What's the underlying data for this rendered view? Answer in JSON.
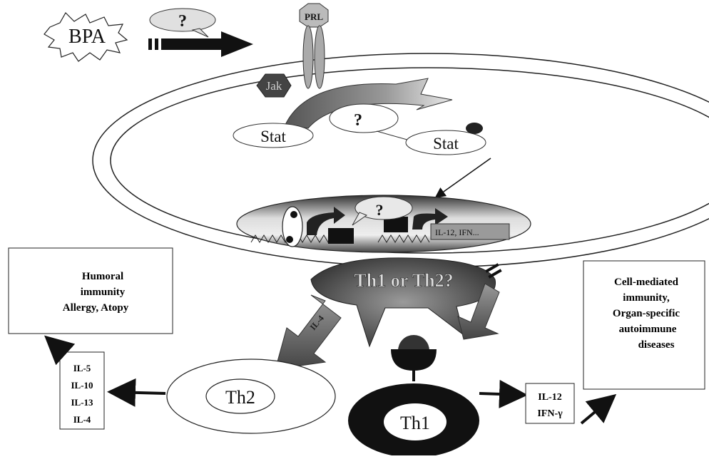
{
  "bpa": {
    "label": "BPA"
  },
  "unknown": {
    "mark": "?"
  },
  "receptor": {
    "ligand": "PRL"
  },
  "kinase": {
    "label": "Jak"
  },
  "stat": {
    "left": "Stat",
    "right": "Stat"
  },
  "gene": {
    "products": "IL-12, IFN..."
  },
  "decision": {
    "label": "Th1 or Th2?"
  },
  "signals": {
    "th2_arrow": "IL-4"
  },
  "th2": {
    "cell": "Th2",
    "cytokines": [
      "IL-5",
      "IL-10",
      "IL-13",
      "IL-4"
    ]
  },
  "th1": {
    "cell": "Th1",
    "cytokines": [
      "IL-12",
      "IFN-γ"
    ]
  },
  "outcomes": {
    "humoral": [
      "Humoral",
      "immunity",
      "Allergy, Atopy"
    ],
    "cellular": [
      "Cell-mediated",
      "immunity,",
      "Organ-specific",
      "autoimmune",
      "diseases"
    ]
  },
  "colors": {
    "dark": "#2b2b2b",
    "mid": "#8a8a8a",
    "light": "#d9d9d9"
  }
}
